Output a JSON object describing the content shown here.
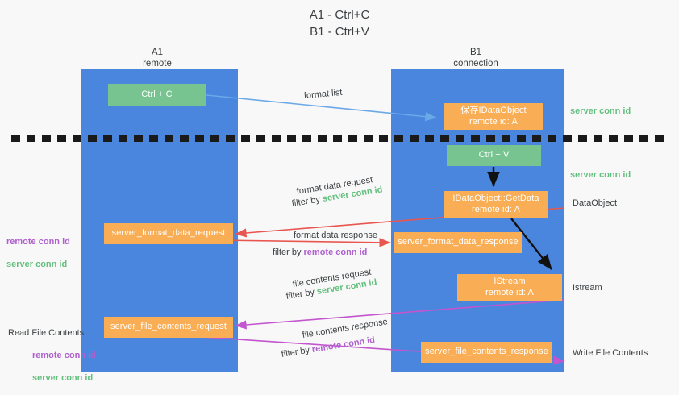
{
  "title": "A1 - Ctrl+C\nB1 - Ctrl+V",
  "columns": {
    "a1": "A1\nremote",
    "b1": "B1\nconnection"
  },
  "boxes": {
    "ctrl_c": "Ctrl + C",
    "save_idataobject": "保存IDataObject\nremote id: A",
    "ctrl_v": "Ctrl + V",
    "getdata": "IDataObject::GetData\nremote id: A",
    "server_format_data_request": "server_format_data_request",
    "server_format_data_response": "server_format_data_response",
    "istream": "IStream\nremote id: A",
    "server_file_contents_request": "server_file_contents_request",
    "server_file_contents_response": "server_file_contents_response"
  },
  "edge_labels": {
    "format_list": "format list",
    "format_data_request": "format data request",
    "format_data_request_filter_prefix": "filter by ",
    "format_data_request_filter_id": "server conn id",
    "format_data_response": "format data response",
    "format_data_response_filter_prefix": "filter by ",
    "format_data_response_filter_id": "remote conn id",
    "file_contents_request": "file contents request",
    "file_contents_request_filter_prefix": "filter by ",
    "file_contents_request_filter_id": "server conn id",
    "file_contents_response": "file contents response",
    "file_contents_response_filter_prefix": "filter by ",
    "file_contents_response_filter_id": "remote conn id"
  },
  "annotations": {
    "server_conn_id_top": "server conn id",
    "server_conn_id_mid": "server conn id",
    "dataobject": "DataObject",
    "istream": "Istream",
    "write_file_contents": "Write File Contents",
    "left_ids": "remote conn id\nserver conn id",
    "read_file_contents": "Read File Contents",
    "left_ids_2_remote": "remote conn id",
    "left_ids_2_server": "server conn id"
  },
  "colors": {
    "lane": "#4a86dd",
    "green_box": "#77c490",
    "orange_box": "#f9ad54",
    "green_text": "#63bf7d",
    "purple_text": "#b05fcf",
    "arrow_blue": "#6aa8e8",
    "arrow_red": "#e8564f",
    "arrow_magenta": "#c355cf",
    "arrow_black": "#111111",
    "background": "#f8f8f8"
  }
}
